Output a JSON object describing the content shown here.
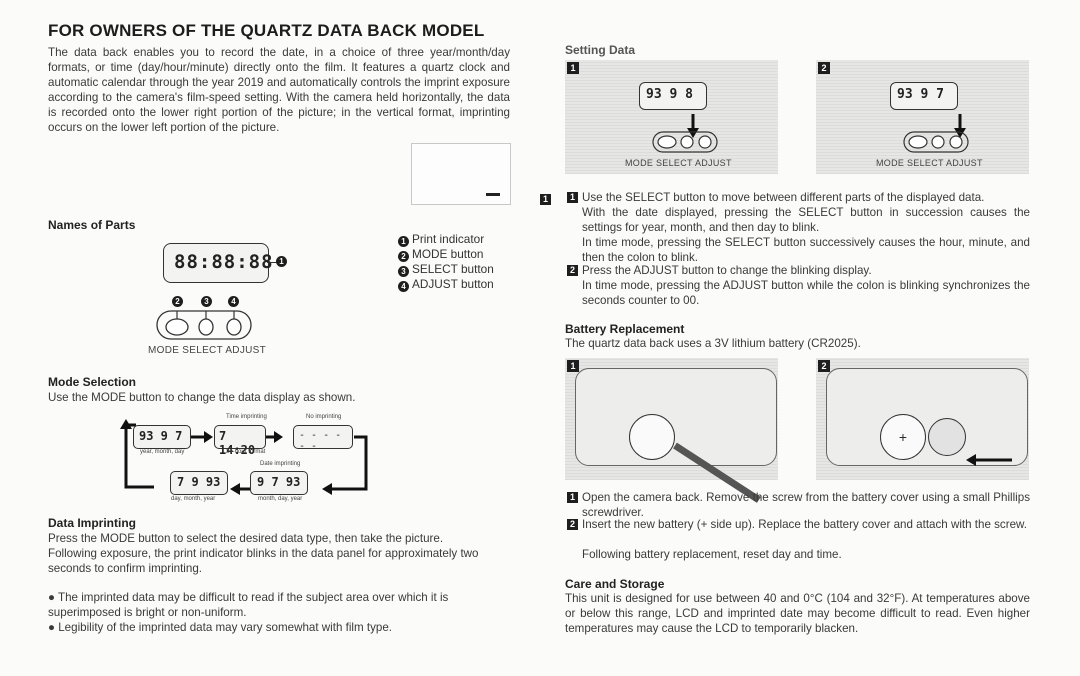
{
  "title": "FOR OWNERS OF THE QUARTZ DATA BACK MODEL",
  "intro": "The data back enables you to record the date, in a choice of three year/month/day formats, or time (day/hour/minute) directly onto the film. It features a quartz clock and automatic calendar through the year 2019 and automatically controls the imprint exposure according to the camera's film-speed setting. With the camera held horizontally, the data is recorded onto the lower right portion of the picture; in the vertical format, imprinting occurs on the lower left portion of the picture.",
  "names_of_parts": {
    "heading": "Names of Parts",
    "lcd_text": "88:88:88",
    "markers": [
      "1",
      "2",
      "3",
      "4"
    ],
    "items": [
      "Print indicator",
      "MODE button",
      "SELECT button",
      "ADJUST button"
    ],
    "button_caption": "MODE SELECT ADJUST"
  },
  "mode_selection": {
    "heading": "Mode Selection",
    "text": "Use the MODE button to change the data display as shown.",
    "displays": [
      {
        "value": "93 9 7",
        "caption": "year, month, day"
      },
      {
        "value": "7 14:20",
        "caption": "24-hour format",
        "top": "Time imprinting"
      },
      {
        "value": "- - - - - -",
        "top": "No imprinting"
      },
      {
        "value": "9 7 93",
        "caption": "month, day, year",
        "top": "Date imprinting"
      },
      {
        "value": "7 9 93",
        "caption": "day, month, year"
      }
    ]
  },
  "data_imprinting": {
    "heading": "Data Imprinting",
    "p1": "Press the MODE button to select the desired data type, then take the picture.",
    "p2": "Following exposure, the print indicator blinks in the data panel for approximately two seconds to confirm imprinting.",
    "bullets": [
      "The imprinted data may be difficult to read if the subject area over which it is superimposed is bright or non-uniform.",
      "Legibility of the imprinted data may vary somewhat with film type."
    ]
  },
  "setting_data": {
    "heading": "Setting Data",
    "panels": [
      {
        "label": "1",
        "display": "93 9 8",
        "caption": "MODE SELECT ADJUST"
      },
      {
        "label": "2",
        "display": "93 9 7",
        "caption": "MODE SELECT ADJUST"
      }
    ],
    "steps": [
      {
        "num": "1",
        "lines": [
          "Use the SELECT button to move between different parts of the displayed data.",
          "With the date displayed, pressing the SELECT button in succession causes the settings for year, month, and then day to blink.",
          "In time mode, pressing the SELECT button successively causes the hour, minute, and then the colon to blink."
        ]
      },
      {
        "num": "2",
        "lines": [
          "Press the ADJUST button to change the blinking display.",
          "In time mode, pressing the ADJUST button while the colon is blinking synchronizes the seconds counter to 00."
        ]
      }
    ]
  },
  "battery": {
    "heading": "Battery Replacement",
    "text": "The quartz data back uses a 3V lithium battery (CR2025).",
    "panel_labels": [
      "1",
      "2"
    ],
    "steps": [
      {
        "num": "1",
        "text": "Open the camera back. Remove the screw from the battery cover using a small Phillips screwdriver."
      },
      {
        "num": "2",
        "text": "Insert the new battery (+ side up). Replace the battery cover and attach with the screw."
      }
    ],
    "after": "Following battery replacement, reset day and time."
  },
  "care": {
    "heading": "Care and Storage",
    "text": "This unit is designed for use between 40 and 0°C (104 and 32°F). At temperatures above or below this range, LCD and imprinted date may become difficult to read. Even higher temperatures may cause the LCD to temporarily blacken."
  }
}
